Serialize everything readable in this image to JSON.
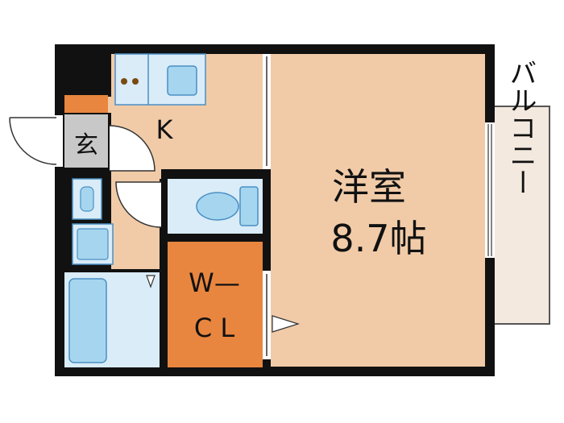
{
  "rooms": {
    "western_room": {
      "name": "洋室",
      "size": "8.7帖"
    },
    "kitchen": {
      "label": "K"
    },
    "entrance": {
      "label": "玄"
    },
    "walk_in_closet": {
      "line1": "W—",
      "line2": "C L"
    },
    "balcony": {
      "label": "バルコニー"
    }
  },
  "colors": {
    "wall": "#111111",
    "room_floor": "#f1cba8",
    "wet_area": "#d9ecf8",
    "fixture": "#a6d6ef",
    "fixture_stroke": "#4a8fc4",
    "closet": "#e8863f",
    "entrance_floor": "#c8c8c8",
    "balcony_floor": "#f3e9df",
    "stove_burner": "#7a4a12"
  }
}
